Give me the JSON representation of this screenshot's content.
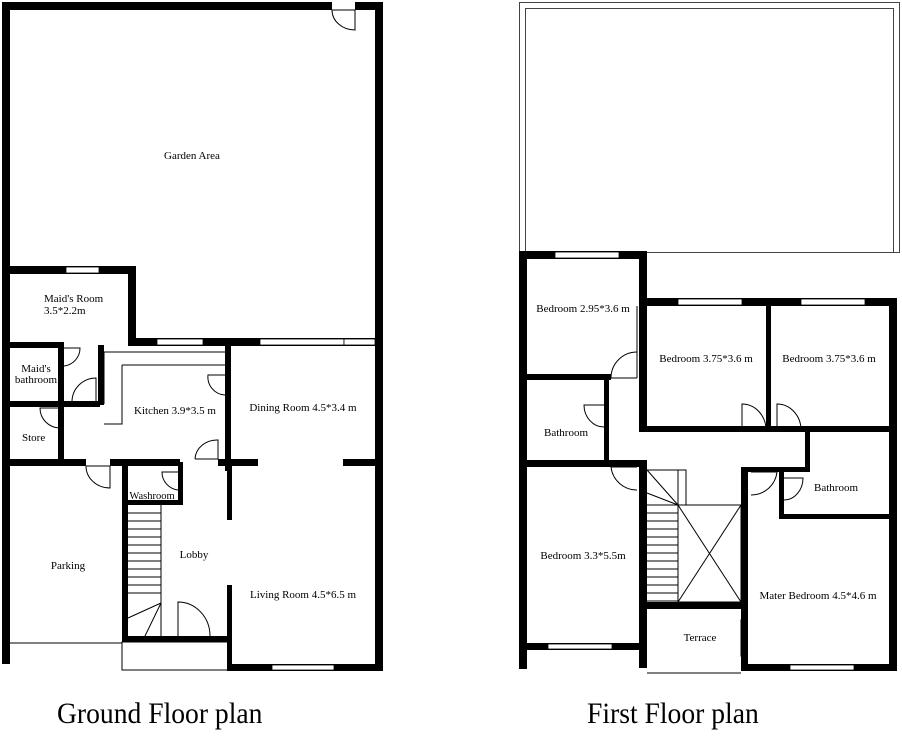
{
  "ground_floor": {
    "title": "Ground Floor plan",
    "rooms": {
      "garden": "Garden Area",
      "maids_room_name": "Maid's Room",
      "maids_room_size": "3.5*2.2m",
      "maids_bath_1": "Maid's",
      "maids_bath_2": "bathroom",
      "store": "Store",
      "kitchen": "Kitchen 3.9*3.5 m",
      "dining": "Dining Room 4.5*3.4 m",
      "washroom": "Washroom",
      "parking": "Parking",
      "lobby": "Lobby",
      "living": "Living Room 4.5*6.5 m"
    }
  },
  "first_floor": {
    "title": "First Floor plan",
    "rooms": {
      "bed1": "Bedroom 2.95*3.6 m",
      "bed2": "Bedroom 3.75*3.6 m",
      "bed3": "Bedroom 3.75*3.6 m",
      "bath1": "Bathroom",
      "bath2": "Bathroom",
      "bed4": "Bedroom 3.3*5.5m",
      "master": "Mater Bedroom 4.5*4.6 m",
      "terrace": "Terrace"
    }
  },
  "colors": {
    "wall": "#000000",
    "background": "#ffffff"
  }
}
